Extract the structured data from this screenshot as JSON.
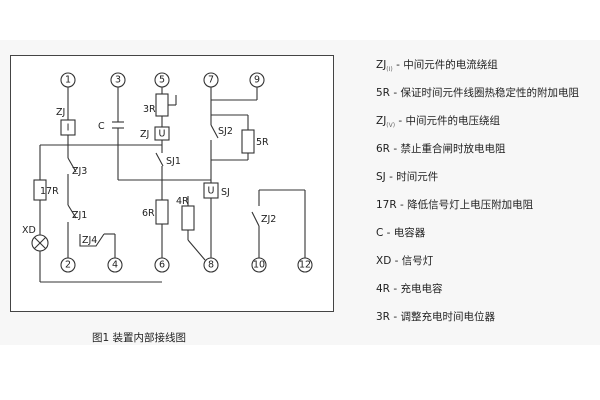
{
  "figure_caption": "图1 装置内部接线图",
  "terminals": [
    "1",
    "3",
    "5",
    "7",
    "9",
    "2",
    "4",
    "6",
    "8",
    "10",
    "12"
  ],
  "components": {
    "zj": "ZJ",
    "zj_coil_box": "I",
    "c": "C",
    "r3": "3R",
    "zj_u": "ZJ",
    "zj_u_box": "U",
    "sj2": "SJ2",
    "r5": "5R",
    "sj1": "SJ1",
    "zj3": "ZJ3",
    "r17": "17R",
    "zj1": "ZJ1",
    "xd": "XD",
    "zj4": "ZJ4",
    "r6": "6R",
    "r4": "4R",
    "sj_box": "U",
    "sj": "SJ",
    "zj2": "ZJ2"
  },
  "legend": [
    {
      "code": "ZJ",
      "sub": "(I)",
      "desc": " - 中间元件的电流绕组"
    },
    {
      "code": "5R",
      "sub": "",
      "desc": " - 保证时间元件线圈热稳定性的附加电阻"
    },
    {
      "code": "ZJ",
      "sub": "(V)",
      "desc": " - 中间元件的电压绕组"
    },
    {
      "code": "6R",
      "sub": "",
      "desc": " - 禁止重合闸时放电电阻"
    },
    {
      "code": "SJ",
      "sub": "",
      "desc": " - 时间元件"
    },
    {
      "code": "17R",
      "sub": "",
      "desc": " - 降低信号灯上电压附加电阻"
    },
    {
      "code": "C",
      "sub": "",
      "desc": " - 电容器"
    },
    {
      "code": "XD",
      "sub": "",
      "desc": " - 信号灯"
    },
    {
      "code": "4R",
      "sub": "",
      "desc": " - 充电电容"
    },
    {
      "code": "3R",
      "sub": "",
      "desc": " - 调整充电时间电位器"
    }
  ]
}
